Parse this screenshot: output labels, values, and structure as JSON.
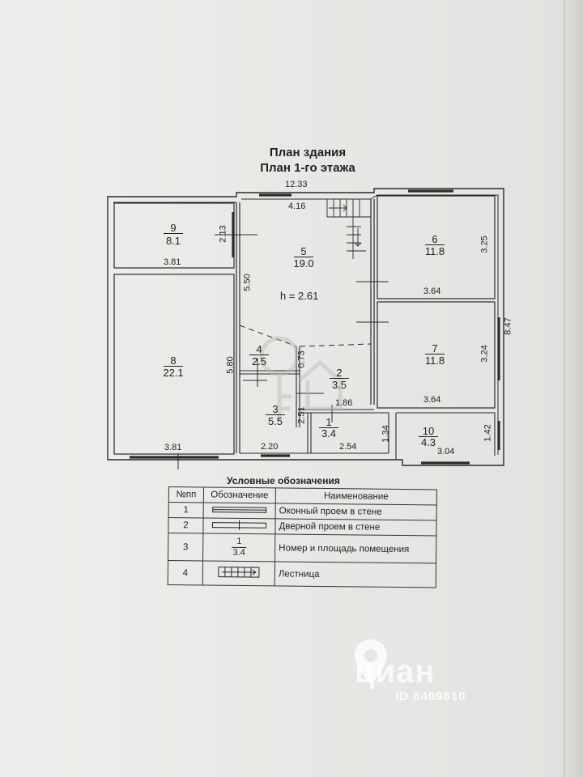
{
  "header": {
    "title": "План здания",
    "subtitle": "План 1-го этажа"
  },
  "dimensions": {
    "total_width": "12.33",
    "total_height": "8.47",
    "room5_top": "4.16",
    "room9_width": "3.81",
    "room9_height": "2.13",
    "room5_height": "5.50",
    "room8_height": "5.80",
    "room8_width": "3.81",
    "room6_height": "3.25",
    "room6_width": "3.64",
    "room7_height": "3.24",
    "room7_width": "3.64",
    "stair_width": "0.73",
    "room3_height": "2.51",
    "room2_width": "1.86",
    "room3_width": "2.20",
    "room1_width": "2.54",
    "room1_height": "1.34",
    "room10_height": "1.42",
    "room10_width": "3.04",
    "ceiling_height": "h = 2.61"
  },
  "rooms": [
    {
      "number": "9",
      "area": "8.1"
    },
    {
      "number": "5",
      "area": "19.0"
    },
    {
      "number": "6",
      "area": "11.8"
    },
    {
      "number": "8",
      "area": "22.1"
    },
    {
      "number": "4",
      "area": "2.5"
    },
    {
      "number": "2",
      "area": "3.5"
    },
    {
      "number": "7",
      "area": "11.8"
    },
    {
      "number": "3",
      "area": "5.5"
    },
    {
      "number": "1",
      "area": "3.4"
    },
    {
      "number": "10",
      "area": "4.3"
    }
  ],
  "legend": {
    "title": "Условные обозначения",
    "headers": [
      "№пп",
      "Обозначение",
      "Наименование"
    ],
    "rows": [
      {
        "n": "1",
        "name": "Оконный проем в стене"
      },
      {
        "n": "2",
        "name": "Дверной проем в стене"
      },
      {
        "n": "3",
        "symbol_num": "1",
        "symbol_area": "3.4",
        "name": "Номер и площадь помещения"
      },
      {
        "n": "4",
        "name": "Лестница"
      }
    ]
  },
  "watermark": {
    "brand": "циан",
    "id": "ID 6409810",
    "icon": "map-pin-icon"
  },
  "colors": {
    "line": "#2a2a2a",
    "paper": "#eaebe8"
  }
}
